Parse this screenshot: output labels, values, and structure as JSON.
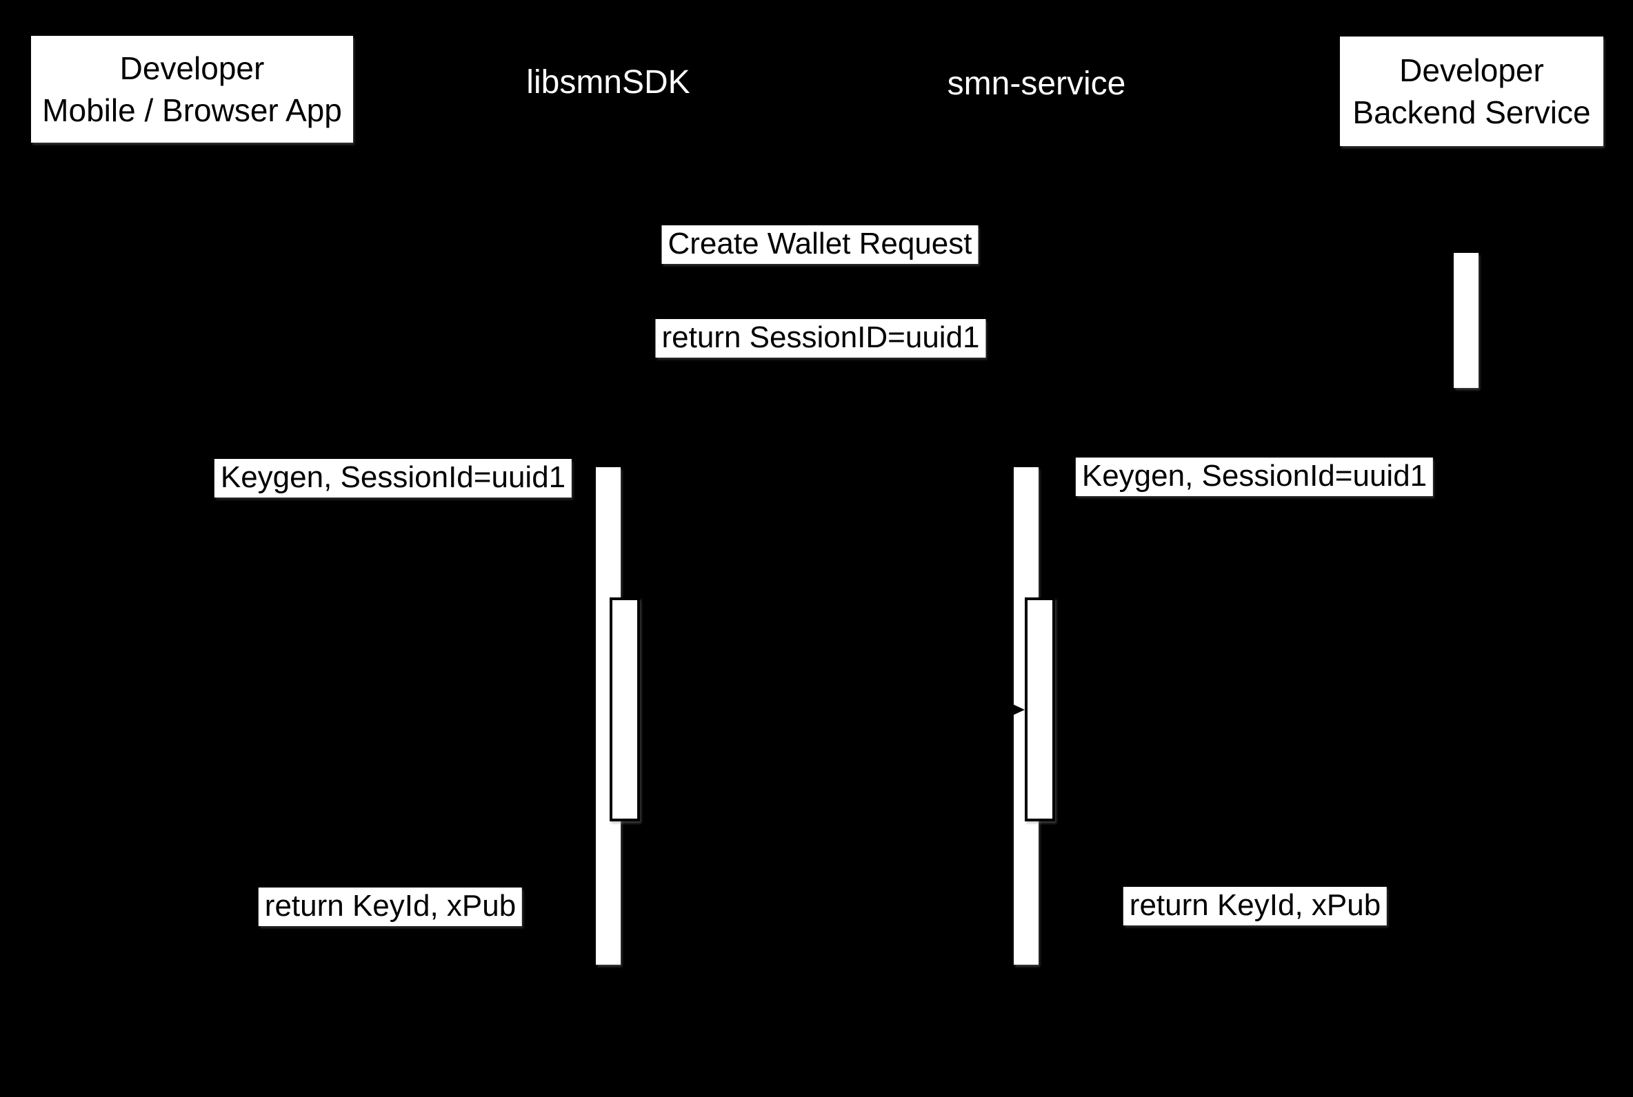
{
  "colors": {
    "background": "#000000",
    "participant_box_fill": "#ffffff",
    "participant_box_text": "#000000",
    "lifeline_name_text": "#ffffff",
    "message_label_background": "#ffffff",
    "message_label_text": "#000000",
    "activation_fill": "#ffffff",
    "activation_border": "#000000"
  },
  "participants": {
    "app": {
      "line1": "Developer",
      "line2": "Mobile / Browser App"
    },
    "sdk": {
      "name": "libsmnSDK"
    },
    "smn": {
      "name": "smn-service"
    },
    "backend": {
      "line1": "Developer",
      "line2": "Backend Service"
    }
  },
  "messages": {
    "create_wallet": "Create Wallet Request",
    "return_session": "return SessionID=uuid1",
    "keygen_left": "Keygen, SessionId=uuid1",
    "keygen_right": "Keygen, SessionId=uuid1",
    "return_key_left": "return KeyId, xPub",
    "return_key_right": "return KeyId, xPub"
  }
}
